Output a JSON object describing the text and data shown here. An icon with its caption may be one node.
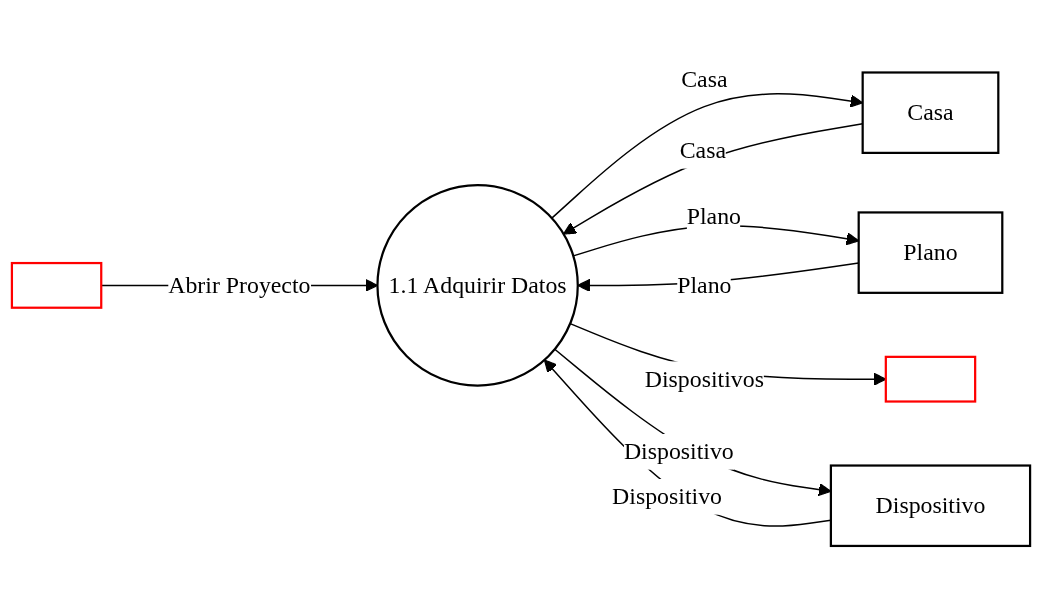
{
  "diagram": {
    "nodes": [
      {
        "text": [],
        "shape": "box"
      },
      {
        "text": [
          "1.1 Adquirir Datos"
        ]
      },
      {
        "text": [
          "Casa"
        ]
      },
      {
        "text": [
          "Plano"
        ]
      },
      {
        "text": [
          "Dispositivo"
        ]
      },
      {
        "text": [],
        "shape": "box"
      }
    ],
    "edges": [
      {
        "from": 0,
        "to": 1,
        "arrow": "to",
        "label": "Abrir Proyecto"
      },
      {
        "from": 1,
        "to": 2,
        "arrow": "to",
        "label": "Casa"
      },
      {
        "from": 2,
        "to": 1,
        "arrow": "to",
        "label": "Casa"
      },
      {
        "from": 1,
        "to": 3,
        "arrow": "to",
        "label": "Plano"
      },
      {
        "from": 3,
        "to": 1,
        "arrow": "to",
        "label": "Plano"
      },
      {
        "from": 1,
        "to": 5,
        "arrow": "to",
        "label": "Dispositivos"
      },
      {
        "from": 1,
        "to": 4,
        "arrow": "to",
        "label": "Dispositivo"
      },
      {
        "from": 4,
        "to": 1,
        "arrow": "to",
        "label": "Dispositivo"
      }
    ]
  }
}
